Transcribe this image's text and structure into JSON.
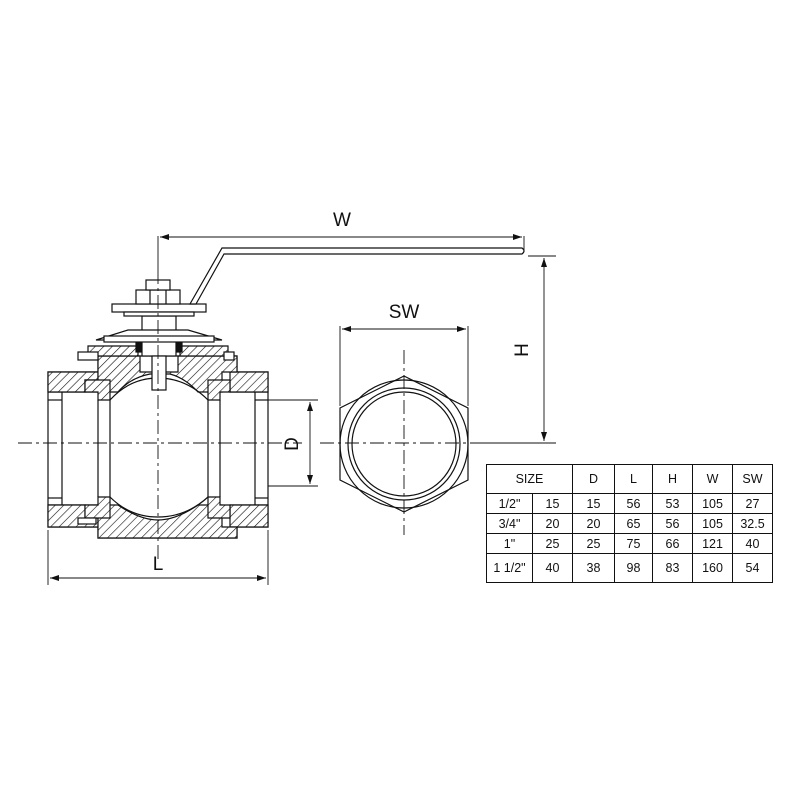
{
  "labels": {
    "W": "W",
    "SW": "SW",
    "H": "H",
    "D": "D",
    "L": "L"
  },
  "table": {
    "header": {
      "size": "SIZE",
      "D": "D",
      "L": "L",
      "H": "H",
      "W": "W",
      "SW": "SW"
    },
    "rows": [
      {
        "size": "1/2\"",
        "dn": "15",
        "D": "15",
        "L": "56",
        "H": "53",
        "W": "105",
        "SW": "27"
      },
      {
        "size": "3/4\"",
        "dn": "20",
        "D": "20",
        "L": "65",
        "H": "56",
        "W": "105",
        "SW": "32.5"
      },
      {
        "size": "1\"",
        "dn": "25",
        "D": "25",
        "L": "75",
        "H": "66",
        "W": "121",
        "SW": "40"
      },
      {
        "size": "1 1/2\"",
        "dn": "40",
        "D": "38",
        "L": "98",
        "H": "83",
        "W": "160",
        "SW": "54"
      }
    ]
  },
  "colors": {
    "line": "#111111",
    "background": "#ffffff"
  }
}
